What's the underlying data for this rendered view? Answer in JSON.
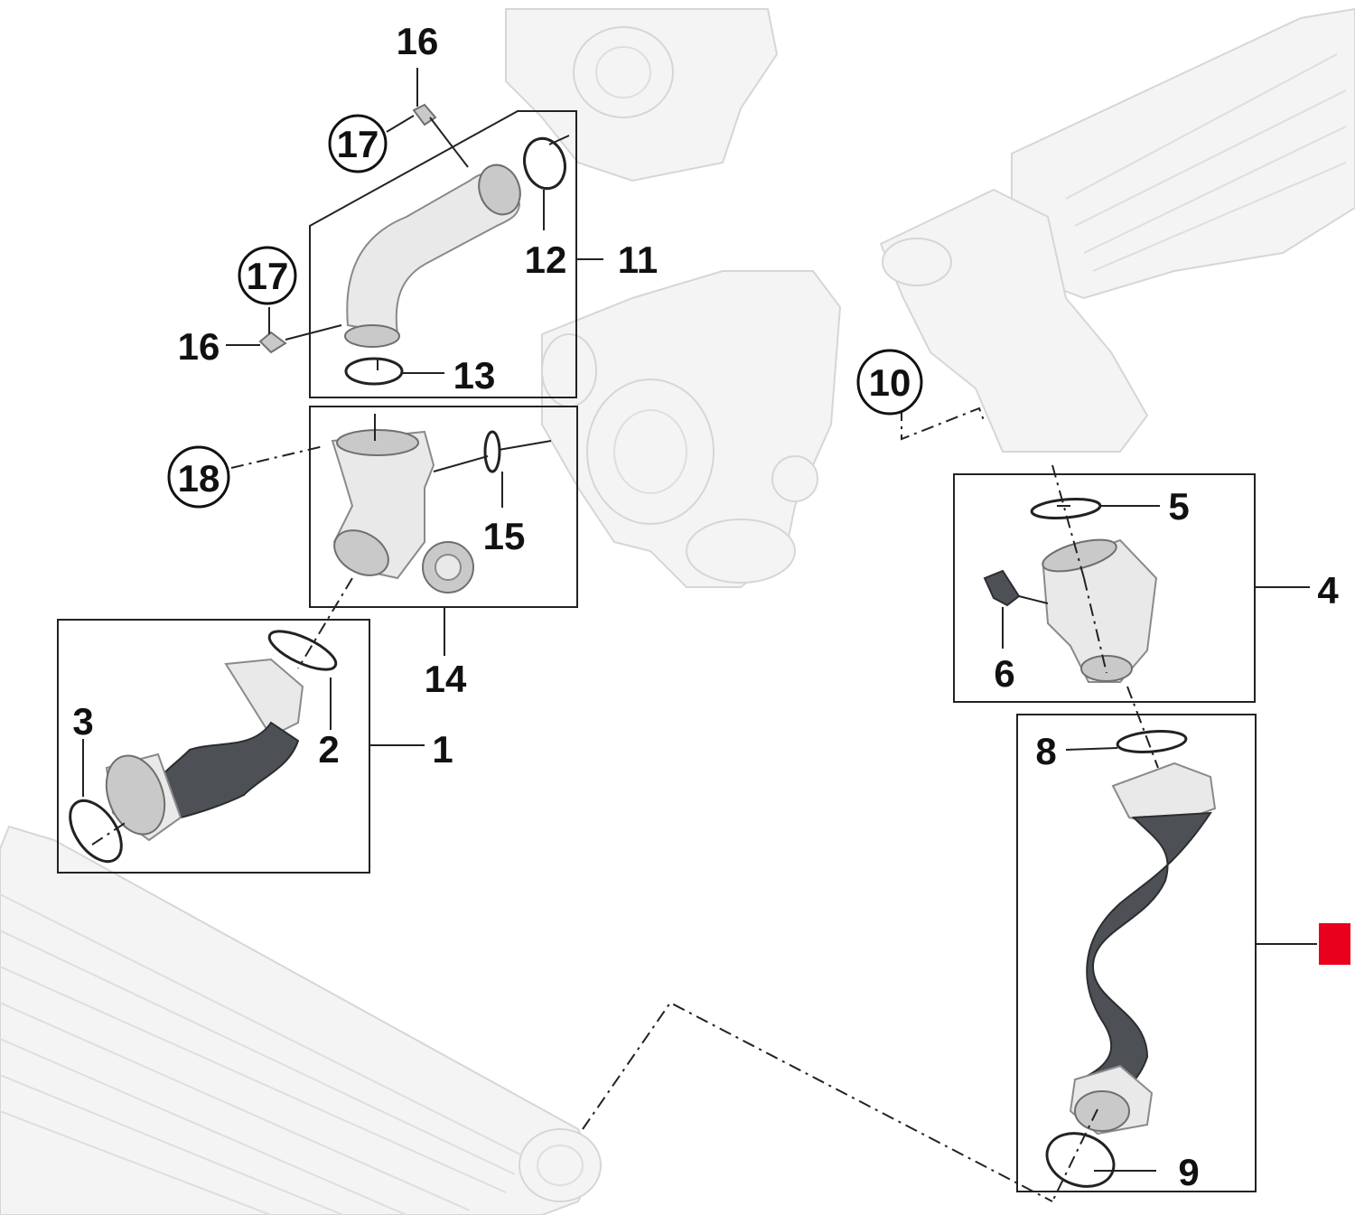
{
  "callouts": {
    "c1": "1",
    "c2": "2",
    "c3": "3",
    "c4": "4",
    "c5": "5",
    "c6": "6",
    "c8": "8",
    "c9": "9",
    "c10": "10",
    "c11": "11",
    "c12": "12",
    "c13": "13",
    "c14": "14",
    "c15": "15",
    "c16a": "16",
    "c16b": "16",
    "c17a": "17",
    "c17b": "17",
    "c18": "18"
  },
  "colors": {
    "highlight": "#e8001c",
    "line": "#222222",
    "ghost": "#d6d6d6",
    "hose_dark": "#4d5156"
  },
  "icons": {
    "highlight_marker": "red-square-marker"
  }
}
